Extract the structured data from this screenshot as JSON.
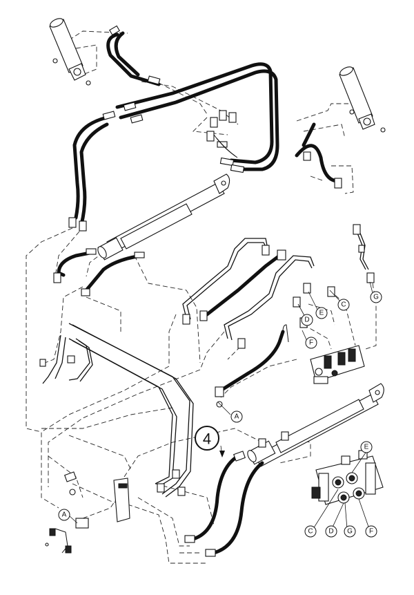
{
  "item_number": "4",
  "callouts_upper_valve": [
    {
      "id": "callout-A-upper",
      "letter": "A"
    },
    {
      "id": "callout-C-upper",
      "letter": "C"
    },
    {
      "id": "callout-D-upper",
      "letter": "D"
    },
    {
      "id": "callout-E-upper",
      "letter": "E"
    },
    {
      "id": "callout-F-upper",
      "letter": "F"
    },
    {
      "id": "callout-G-upper",
      "letter": "G"
    }
  ],
  "callouts_detail_valve": [
    {
      "id": "callout-C-detail",
      "letter": "C"
    },
    {
      "id": "callout-D-detail",
      "letter": "D"
    },
    {
      "id": "callout-E-detail",
      "letter": "E"
    },
    {
      "id": "callout-F-detail",
      "letter": "F"
    },
    {
      "id": "callout-G-detail",
      "letter": "G"
    }
  ],
  "callout_lower_left": {
    "letter": "A"
  }
}
